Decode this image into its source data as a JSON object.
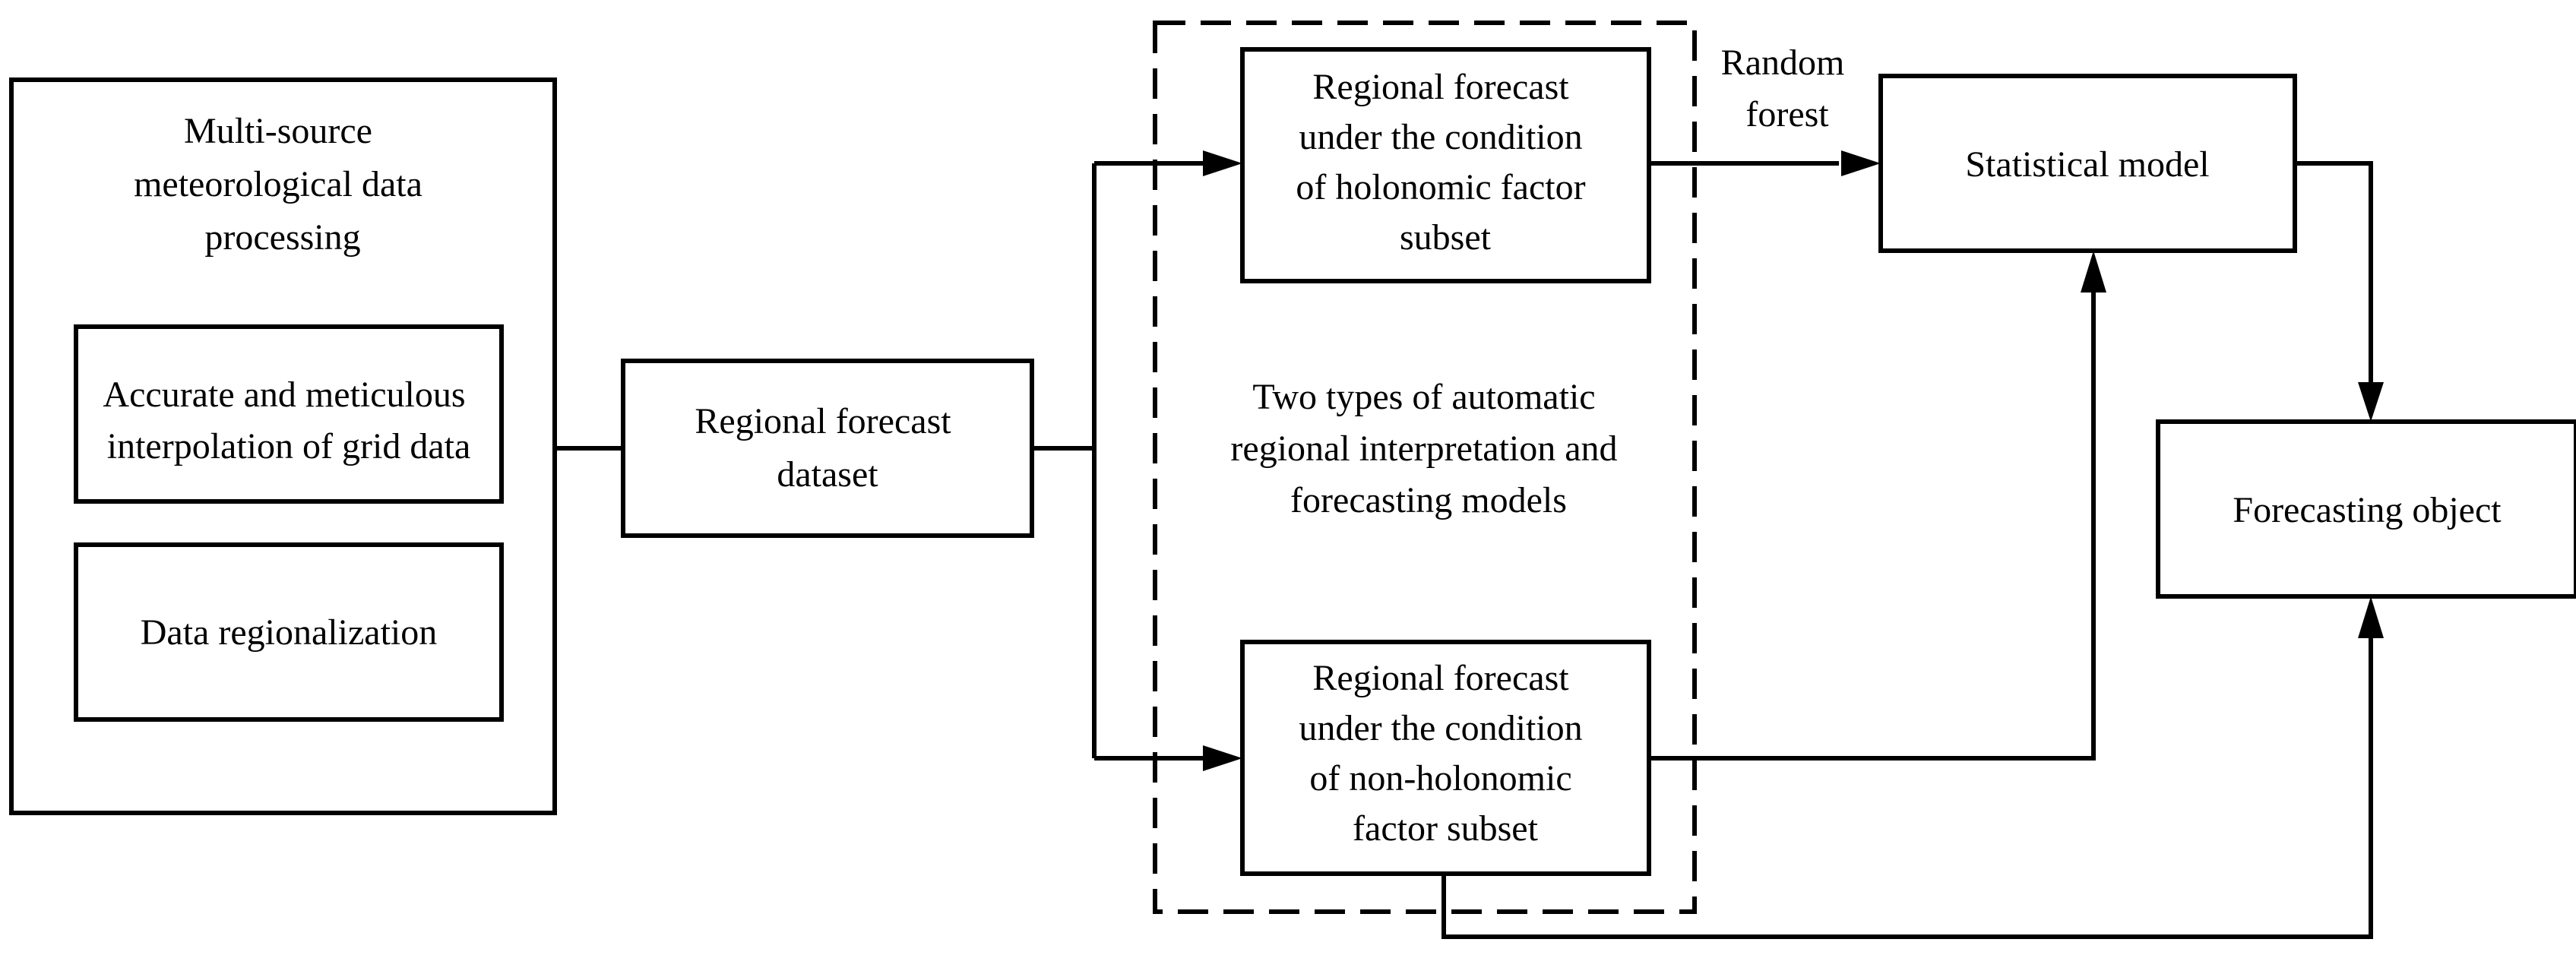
{
  "nodes": {
    "multi_source": {
      "lines": [
        "Multi-source",
        "meteorological data",
        "processing"
      ]
    },
    "interpolation": {
      "lines": [
        "Accurate and meticulous",
        "interpolation of grid data"
      ]
    },
    "regionalization": {
      "lines": [
        "Data regionalization"
      ]
    },
    "dataset": {
      "lines": [
        "Regional forecast",
        "dataset"
      ]
    },
    "holonomic": {
      "lines": [
        "Regional forecast",
        "under the condition",
        "of holonomic factor",
        "subset"
      ]
    },
    "two_types": {
      "lines": [
        "Two types of automatic",
        "regional interpretation and",
        "forecasting models"
      ]
    },
    "non_holonomic": {
      "lines": [
        "Regional forecast",
        "under the condition",
        "of non-holonomic",
        "factor subset"
      ]
    },
    "statistical": {
      "lines": [
        "Statistical model"
      ]
    },
    "forecasting_object": {
      "lines": [
        "Forecasting object"
      ]
    }
  },
  "edge_labels": {
    "random_forest": {
      "lines": [
        "Random",
        "forest"
      ]
    }
  }
}
